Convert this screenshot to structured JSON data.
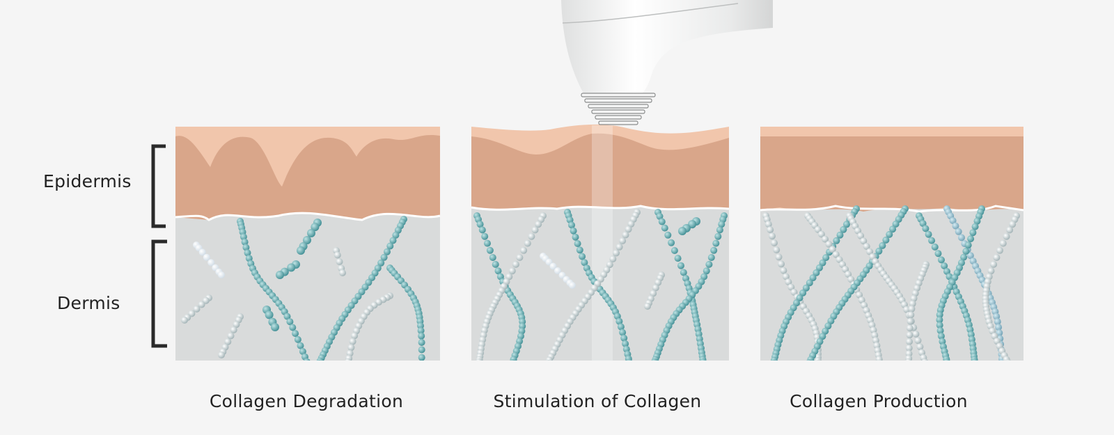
{
  "layer_labels": {
    "epidermis": "Epidermis",
    "dermis": "Dermis"
  },
  "panels": [
    {
      "caption": "Collagen Degradation"
    },
    {
      "caption": "Stimulation of Collagen"
    },
    {
      "caption": "Collagen Production"
    }
  ],
  "colors": {
    "background": "#f5f5f5",
    "epidermis_light": "#f1c6ac",
    "epidermis_dark": "#d9a68a",
    "dermis": "#d9dbdb",
    "collagen_teal": "#5ea6ab",
    "collagen_light": "#b9c9cb",
    "collagen_white": "#eef3f7"
  }
}
